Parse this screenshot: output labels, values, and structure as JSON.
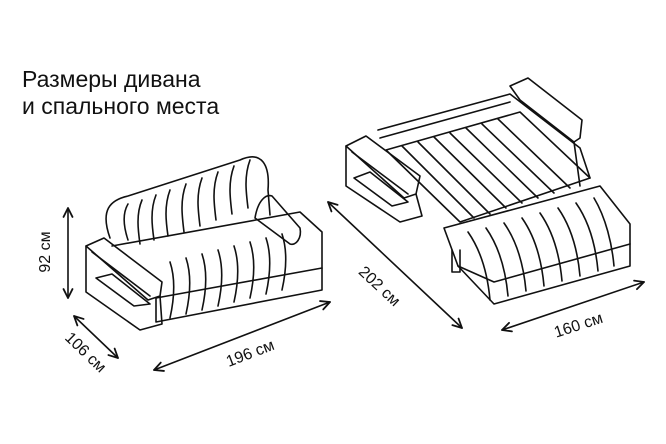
{
  "title": {
    "line1": "Размеры дивана",
    "line2": "и спального места"
  },
  "dimensions": {
    "sofa_height": "92 см",
    "sofa_depth": "106 см",
    "sofa_width": "196 см",
    "bed_length": "202 см",
    "bed_width": "160 см"
  },
  "colors": {
    "ink": "#111111",
    "background": "#ffffff"
  }
}
